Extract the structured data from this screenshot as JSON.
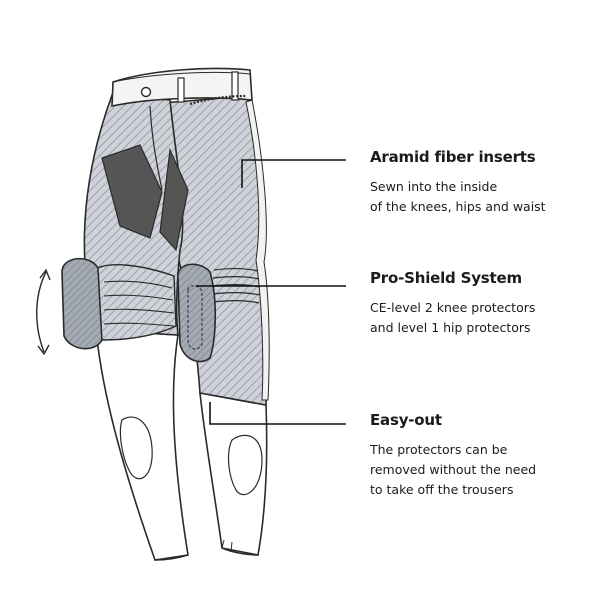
{
  "features": [
    {
      "title": "Aramid fiber inserts",
      "desc_lines": [
        "Sewn into the inside",
        "of the knees, hips and waist"
      ]
    },
    {
      "title": "Pro-Shield System",
      "desc_lines": [
        "CE-level 2 knee protectors",
        "and level 1 hip protectors"
      ]
    },
    {
      "title": "Easy-out",
      "desc_lines": [
        "The protectors can be",
        "removed without the need",
        "to take off the trousers"
      ]
    }
  ],
  "colors": {
    "outline": "#2a2a2a",
    "hatch": "#8f95a0",
    "denim_fill": "#c9ccd2",
    "aramid_dark": "#555555",
    "pad_fill": "#9aa0aa",
    "leader": "#111111"
  },
  "icons": {
    "rotate": "curved-double-arrow-icon",
    "trousers": "motorcycle-trousers-illustration"
  }
}
